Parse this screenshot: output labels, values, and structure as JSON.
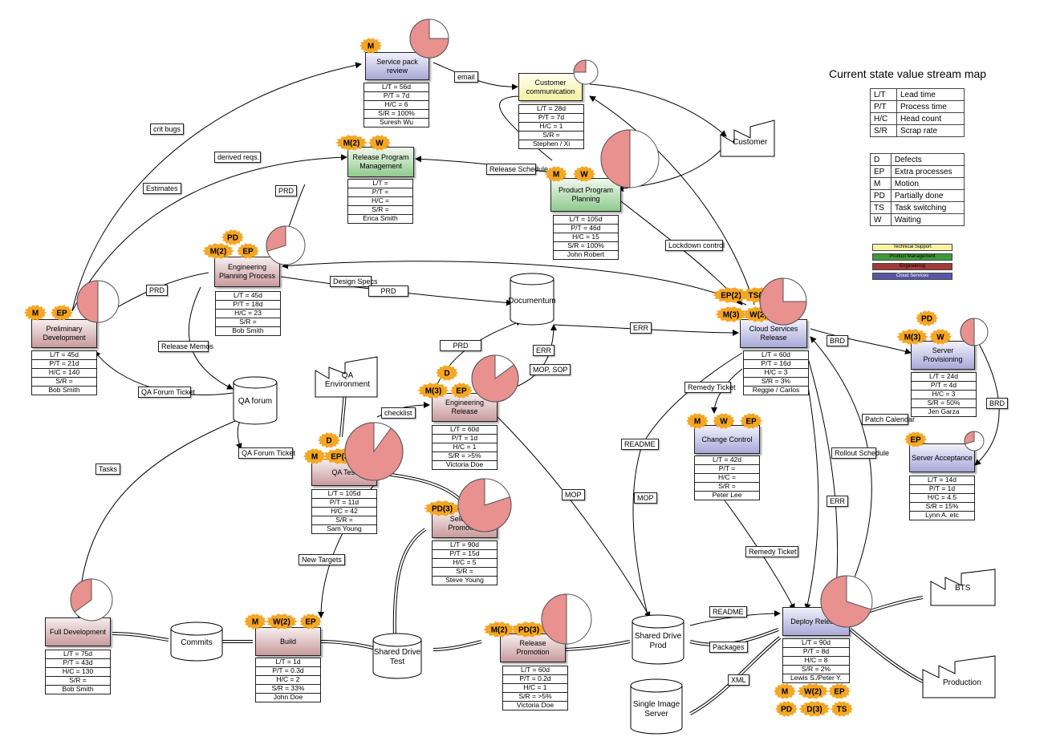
{
  "title": "Current state value stream map",
  "legend_metrics": [
    {
      "code": "L/T",
      "meaning": "Lead time"
    },
    {
      "code": "P/T",
      "meaning": "Process time"
    },
    {
      "code": "H/C",
      "meaning": "Head count"
    },
    {
      "code": "S/R",
      "meaning": "Scrap rate"
    }
  ],
  "legend_waste": [
    {
      "code": "D",
      "meaning": "Defects"
    },
    {
      "code": "EP",
      "meaning": "Extra processes"
    },
    {
      "code": "M",
      "meaning": "Motion"
    },
    {
      "code": "PD",
      "meaning": "Partially done"
    },
    {
      "code": "TS",
      "meaning": "Task switching"
    },
    {
      "code": "W",
      "meaning": "Waiting"
    }
  ],
  "color_key": [
    {
      "label": "Technical Support",
      "color": "#f8f4a4"
    },
    {
      "label": "Product Management",
      "color": "#3d9c3a"
    },
    {
      "label": "Engineering",
      "color": "#a33a3a"
    },
    {
      "label": "Cloud Services",
      "color": "#5856a8"
    }
  ],
  "colors": {
    "waste_burst": "#f5a623",
    "pie_fill": "#e8918f",
    "eng": "#c99a9c",
    "cloud": "#a9a8d8",
    "pm": "#8fca8c",
    "ts": "#f5f0a0"
  },
  "processes": [
    {
      "name": "Service pack review",
      "style": "cloud",
      "data": [
        "L/T = 56d",
        "P/T = 7d",
        "H/C = 6",
        "S/R = 100%",
        "Suresh Wu"
      ]
    },
    {
      "name": "Customer communication",
      "style": "ts",
      "data": [
        "L/T = 28d",
        "P/T = 7d",
        "H/C = 1",
        "S/R =",
        "Stephen / Xi"
      ]
    },
    {
      "name": "Release Program Management",
      "style": "pm",
      "data": [
        "L/T =",
        "P/T =",
        "H/C =",
        "S/R =",
        "Erica Smith"
      ]
    },
    {
      "name": "Product Program Planning",
      "style": "pm",
      "data": [
        "L/T = 105d",
        "P/T = 46d",
        "H/C = 15",
        "S/R = 100%",
        "John Robert"
      ]
    },
    {
      "name": "Engineering Planning Process",
      "style": "eng",
      "data": [
        "L/T = 45d",
        "P/T = 18d",
        "H/C = 23",
        "S/R =",
        "Bob Smith"
      ]
    },
    {
      "name": "Preliminary Development",
      "style": "eng",
      "data": [
        "L/T = 45d",
        "P/T = 21d",
        "H/C = 140",
        "S/R =",
        "Bob Smith"
      ]
    },
    {
      "name": "Cloud Services Release",
      "style": "cloud",
      "data": [
        "L/T = 60d",
        "P/T = 16d",
        "H/C = 3",
        "S/R = 3%",
        "Reggie / Carlos"
      ]
    },
    {
      "name": "Server Provisioning",
      "style": "cloud",
      "data": [
        "L/T = 24d",
        "P/T = 4d",
        "H/C = 3",
        "S/R = 50%",
        "Jen Garza"
      ]
    },
    {
      "name": "Engineering Release",
      "style": "eng",
      "data": [
        "L/T = 60d",
        "P/T = 1d",
        "H/C = 1",
        "S/R = >5%",
        "Victoria Doe"
      ]
    },
    {
      "name": "QA Test",
      "style": "eng",
      "data": [
        "L/T = 105d",
        "P/T = 11d",
        "H/C = 42",
        "S/R =",
        "Sam Young"
      ]
    },
    {
      "name": "Change Control",
      "style": "cloud",
      "data": [
        "L/T = 42d",
        "P/T =",
        "H/C =",
        "S/R =",
        "Peter Lee"
      ]
    },
    {
      "name": "Server Acceptance",
      "style": "cloud",
      "data": [
        "L/T = 14d",
        "P/T = 1d",
        "H/C = 4.5",
        "S/R = 15%",
        "Lynn A. etc"
      ]
    },
    {
      "name": "Selective Promotion",
      "style": "eng",
      "data": [
        "L/T = 90d",
        "P/T = 15d",
        "H/C = 5",
        "S/R =",
        "Steve Young"
      ]
    },
    {
      "name": "Full Development",
      "style": "eng",
      "data": [
        "L/T = 75d",
        "P/T = 43d",
        "H/C = 130",
        "S/R =",
        "Bob Smith"
      ]
    },
    {
      "name": "Build",
      "style": "eng",
      "data": [
        "L/T = 1d",
        "P/T = 0.3d",
        "H/C = 2",
        "S/R = 33%",
        "John Doe"
      ]
    },
    {
      "name": "Release Promotion",
      "style": "eng",
      "data": [
        "L/T = 60d",
        "P/T = 0.2d",
        "H/C = 1",
        "S/R = >5%",
        "Victoria Doe"
      ]
    },
    {
      "name": "Deploy Release",
      "style": "cloud",
      "data": [
        "L/T = 90d",
        "P/T = 8d",
        "H/C = 8",
        "S/R = 2%",
        "Lewis S./Peter Y."
      ]
    }
  ],
  "stores": [
    "Documentum",
    "QA forum",
    "Commits",
    "Shared Drive Test",
    "Shared Drive Prod",
    "Single Image Server"
  ],
  "externals": [
    "Customer",
    "QA Environment",
    "BTS",
    "Production"
  ],
  "flow_labels": [
    "email",
    "crit bugs",
    "derived reqs.",
    "Estimates",
    "PRD",
    "Release Schedule",
    "Lockdown control",
    "PRD",
    "Design Specs",
    "PRD",
    "ERR",
    "Release Memos",
    "QA Forum Ticket",
    "PRD",
    "ERR",
    "MOP, SOP",
    "checklist",
    "QA Forum Ticket",
    "Tasks",
    "BRD",
    "BRD",
    "Remedy Ticket",
    "README",
    "Patch Calendar",
    "Rollout Schedule",
    "MOP",
    "MOP",
    "ERR",
    "New Targets",
    "Remedy Ticket",
    "README",
    "Packages",
    "XML"
  ],
  "wastes": {
    "service_pack": [
      "M"
    ],
    "release_pm": [
      "M(2)",
      "W"
    ],
    "product_pp": [
      "M",
      "W"
    ],
    "eng_planning": [
      "PD",
      "M(2)",
      "EP"
    ],
    "prelim_dev": [
      "M",
      "EP"
    ],
    "cloud_release": [
      "EP(2)",
      "TS(2)",
      "M(3)",
      "W(2)"
    ],
    "server_prov": [
      "PD",
      "M(3)",
      "W"
    ],
    "eng_release": [
      "D",
      "M(3)",
      "EP"
    ],
    "qa_test": [
      "D",
      "M",
      "EP(3)"
    ],
    "change_control": [
      "M",
      "W",
      "EP"
    ],
    "server_accept": [
      "EP"
    ],
    "selective_promo": [
      "PD(3)"
    ],
    "build": [
      "M",
      "W(2)",
      "EP"
    ],
    "release_promo": [
      "M(2)",
      "PD(3)"
    ],
    "deploy": [
      "M",
      "W(2)",
      "EP",
      "PD",
      "D(3)",
      "TS"
    ]
  },
  "pie_fractions": {
    "service_pack": 0.75,
    "customer_comm": 0.25,
    "product_pp": 0.5,
    "eng_planning": 0.3,
    "prelim_dev": 0.5,
    "cloud_release": 0.75,
    "server_prov": 0.5,
    "eng_release": 0.85,
    "qa_test": 0.9,
    "server_accept": 0.3,
    "selective_promo": 0.8,
    "full_dev": 0.35,
    "release_promo": 0.5,
    "deploy": 0.7
  }
}
